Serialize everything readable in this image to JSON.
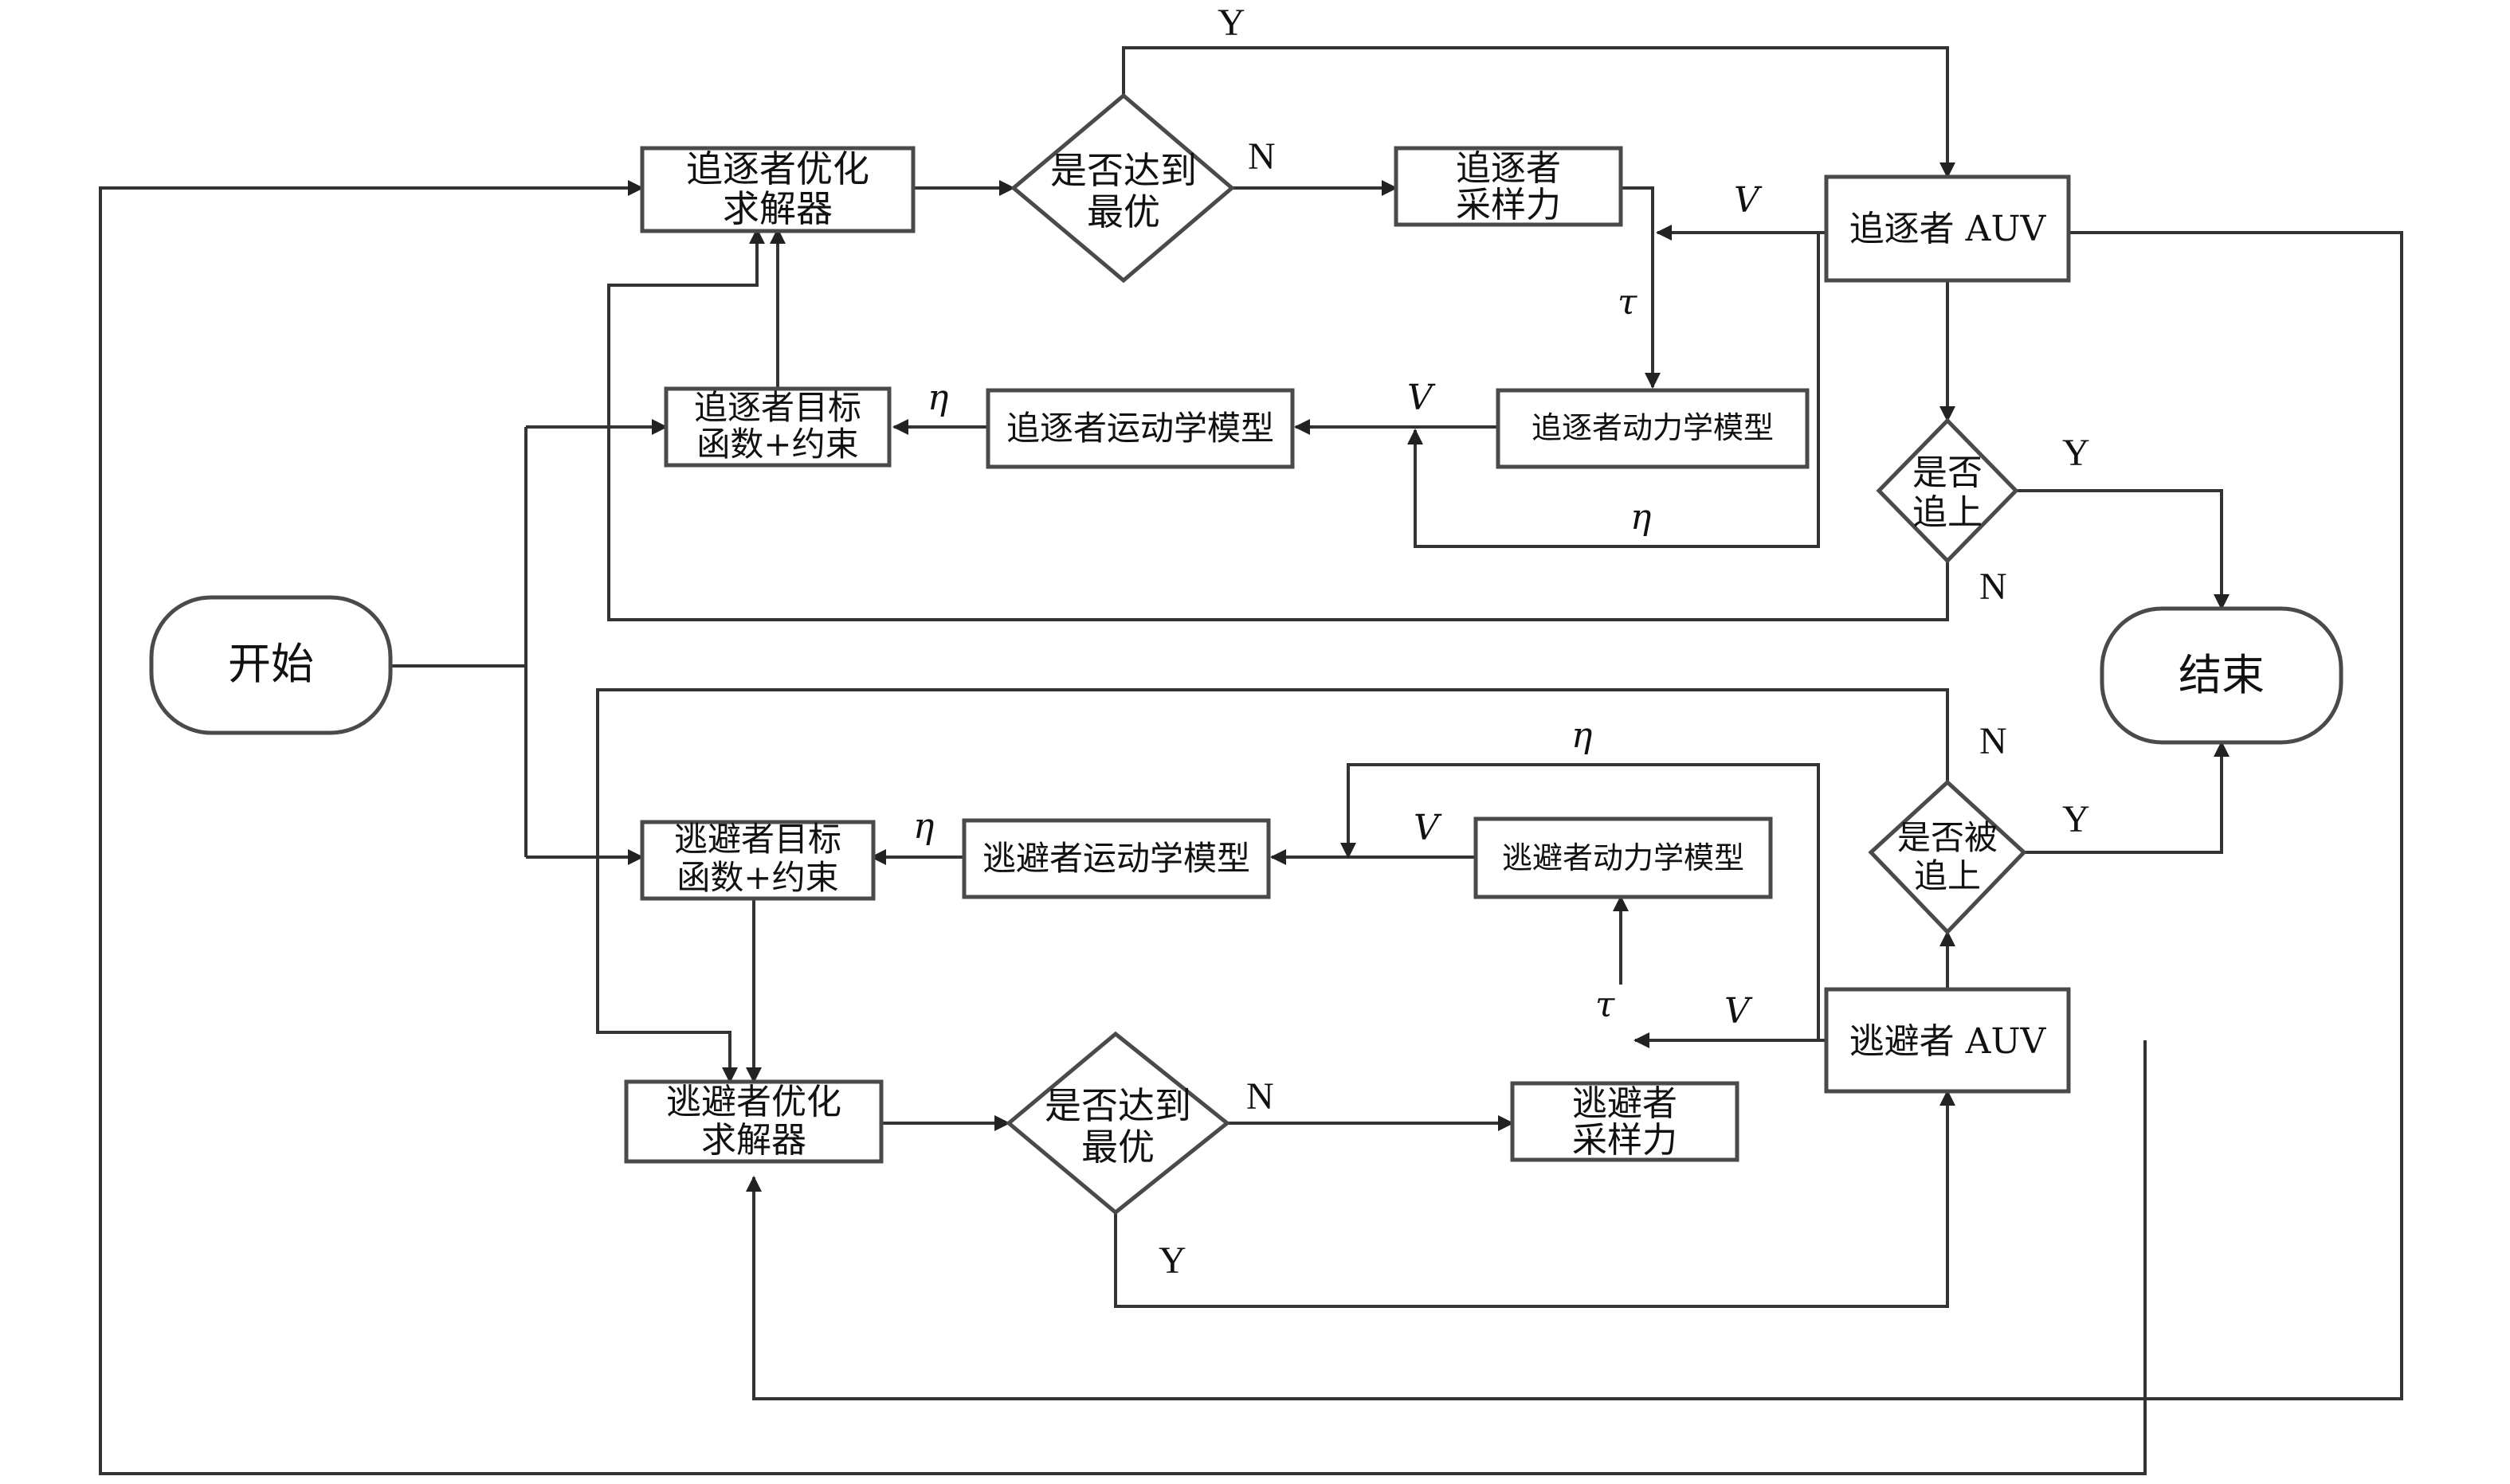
{
  "nodes": {
    "start": "开始",
    "end": "结束",
    "p_solver": [
      "追逐者优化",
      "求解器"
    ],
    "p_opt": [
      "是否达到",
      "最优"
    ],
    "p_sample": [
      "追逐者",
      "采样力"
    ],
    "p_auv": "追逐者 AUV",
    "p_objective": [
      "追逐者目标",
      "函数+约束"
    ],
    "p_kin": "追逐者运动学模型",
    "p_dyn": "追逐者动力学模型",
    "p_caught": [
      "是否",
      "追上"
    ],
    "e_objective": [
      "逃避者目标",
      "函数+约束"
    ],
    "e_kin": "逃避者运动学模型",
    "e_dyn": "逃避者动力学模型",
    "e_caught": [
      "是否被",
      "追上"
    ],
    "e_solver": [
      "逃避者优化",
      "求解器"
    ],
    "e_opt": [
      "是否达到",
      "最优"
    ],
    "e_sample": [
      "逃避者",
      "采样力"
    ],
    "e_auv": "逃避者 AUV"
  },
  "labels": {
    "yes": "Y",
    "no": "N",
    "v": "V",
    "eta": "η",
    "tau": "τ"
  }
}
